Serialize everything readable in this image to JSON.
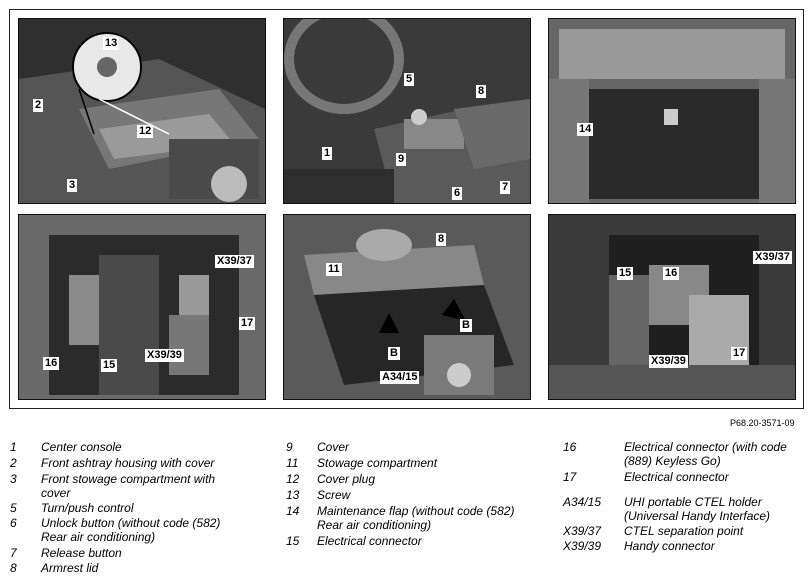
{
  "figure": {
    "reference": "P68.20-3571-09",
    "callouts": {
      "c13": "13",
      "c2": "2",
      "c12": "12",
      "c3": "3",
      "c5": "5",
      "c8a": "8",
      "c1": "1",
      "c9": "9",
      "c6": "6",
      "c7": "7",
      "c14": "14",
      "cX3937a": "X39/37",
      "c17a": "17",
      "c16a": "16",
      "c15a": "15",
      "cX3939a": "X39/39",
      "c8b": "8",
      "c11": "11",
      "cBa": "B",
      "cBb": "B",
      "cA3415": "A34/15",
      "cX3937b": "X39/37",
      "c15b": "15",
      "c16b": "16",
      "cX3939b": "X39/39",
      "c17b": "17"
    }
  },
  "legend": {
    "col1": [
      {
        "num": "1",
        "text": "Center console"
      },
      {
        "num": "2",
        "text": "Front ashtray housing with cover"
      },
      {
        "num": "3",
        "text": "Front stowage compartment with cover"
      },
      {
        "num": "5",
        "text": "Turn/push control"
      },
      {
        "num": "6",
        "text": "Unlock button (without code (582) Rear air conditioning)"
      },
      {
        "num": "7",
        "text": "Release button"
      },
      {
        "num": "8",
        "text": "Armrest lid"
      }
    ],
    "col2": [
      {
        "num": "9",
        "text": "Cover"
      },
      {
        "num": "11",
        "text": "Stowage compartment"
      },
      {
        "num": "12",
        "text": "Cover plug"
      },
      {
        "num": "13",
        "text": "Screw"
      },
      {
        "num": "14",
        "text": "Maintenance flap (without code (582) Rear air conditioning)"
      },
      {
        "num": "15",
        "text": "Electrical connector"
      }
    ],
    "col3": [
      {
        "num": "16",
        "text": "Electrical connector (with code (889) Keyless Go)"
      },
      {
        "num": "17",
        "text": "Electrical connector"
      },
      {
        "num": "A34/15",
        "text": "UHI portable CTEL holder (Universal Handy Interface)"
      },
      {
        "num": "X39/37",
        "text": "CTEL separation point"
      },
      {
        "num": "X39/39",
        "text": "Handy connector"
      }
    ]
  }
}
